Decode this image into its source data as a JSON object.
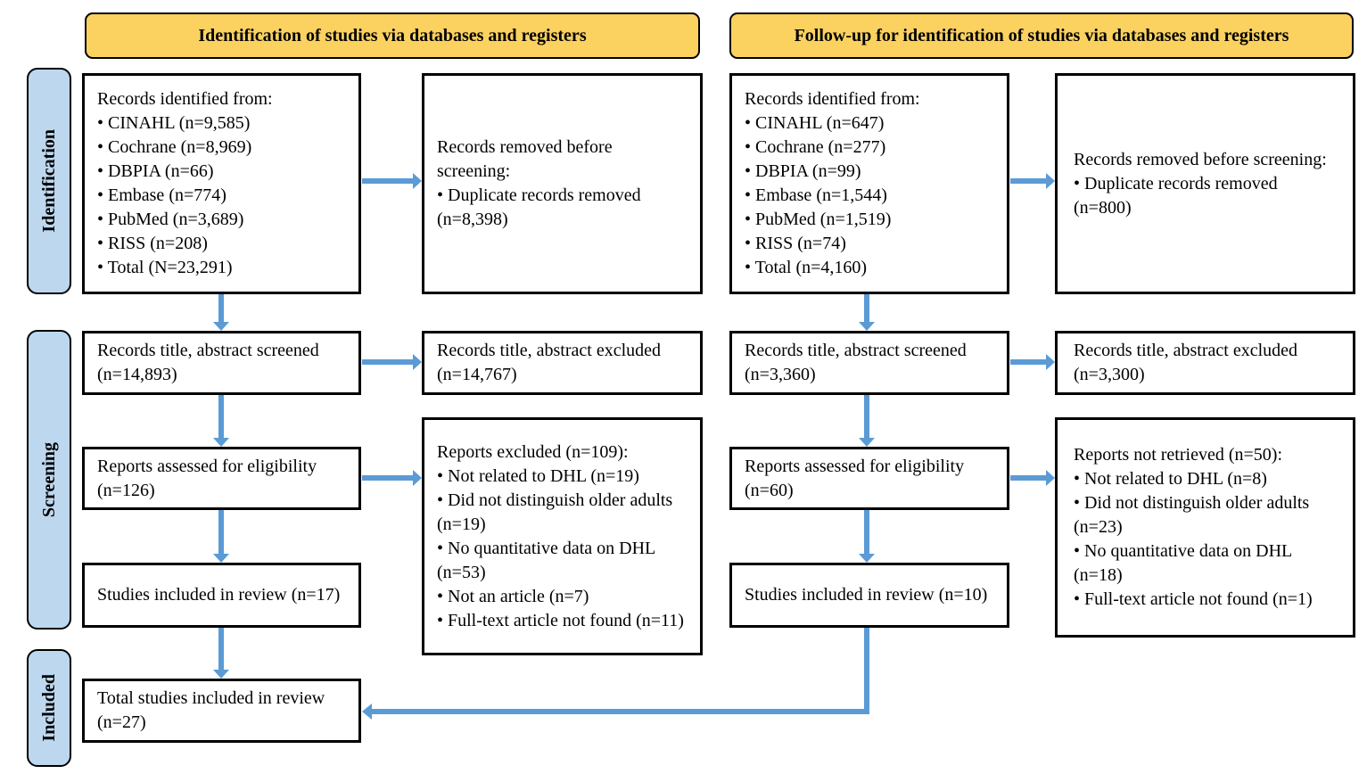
{
  "colors": {
    "header_bg": "#FBD160",
    "stage_bg": "#BDD7EE",
    "arrow": "#5B9BD5",
    "border": "#000000"
  },
  "headers": {
    "left": "Identification of studies via databases and registers",
    "right": "Follow-up for identification of studies via databases and registers"
  },
  "stages": {
    "identification": "Identification",
    "screening": "Screening",
    "included": "Included"
  },
  "left_flow": {
    "records_identified": {
      "lines": [
        "Records identified from:",
        "• CINAHL (n=9,585)",
        "• Cochrane (n=8,969)",
        "• DBPIA (n=66)",
        "• Embase (n=774)",
        "• PubMed (n=3,689)",
        "• RISS (n=208)",
        "• Total (N=23,291)"
      ]
    },
    "records_removed": {
      "lines": [
        "Records removed before screening:",
        "• Duplicate records removed (n=8,398)"
      ]
    },
    "records_screened": {
      "lines": [
        "Records title, abstract screened (n=14,893)"
      ]
    },
    "records_excluded": {
      "lines": [
        "Records title, abstract excluded (n=14,767)"
      ]
    },
    "reports_assessed": {
      "lines": [
        "Reports assessed for eligibility (n=126)"
      ]
    },
    "reports_excluded": {
      "lines": [
        "Reports excluded (n=109):",
        "• Not related to DHL (n=19)",
        "• Did not distinguish older adults (n=19)",
        "• No quantitative data on DHL (n=53)",
        "• Not an article (n=7)",
        "• Full-text article not found (n=11)"
      ]
    },
    "studies_included": {
      "lines": [
        "Studies included in review (n=17)"
      ]
    },
    "total_included": {
      "lines": [
        "Total studies included in review (n=27)"
      ]
    }
  },
  "right_flow": {
    "records_identified": {
      "lines": [
        "Records identified from:",
        "• CINAHL (n=647)",
        "• Cochrane (n=277)",
        "• DBPIA (n=99)",
        "• Embase (n=1,544)",
        "• PubMed (n=1,519)",
        "• RISS (n=74)",
        "• Total (n=4,160)"
      ]
    },
    "records_removed": {
      "lines": [
        "Records removed before screening:",
        "• Duplicate records removed (n=800)"
      ]
    },
    "records_screened": {
      "lines": [
        "Records title, abstract screened (n=3,360)"
      ]
    },
    "records_excluded": {
      "lines": [
        "Records title, abstract excluded (n=3,300)"
      ]
    },
    "reports_assessed": {
      "lines": [
        "Reports assessed for eligibility (n=60)"
      ]
    },
    "reports_not_retrieved": {
      "lines": [
        "Reports not retrieved (n=50):",
        "• Not related to DHL (n=8)",
        "• Did not distinguish older adults (n=23)",
        "• No quantitative data on DHL (n=18)",
        "• Full-text article not found (n=1)"
      ]
    },
    "studies_included": {
      "lines": [
        "Studies included in review (n=10)"
      ]
    }
  }
}
